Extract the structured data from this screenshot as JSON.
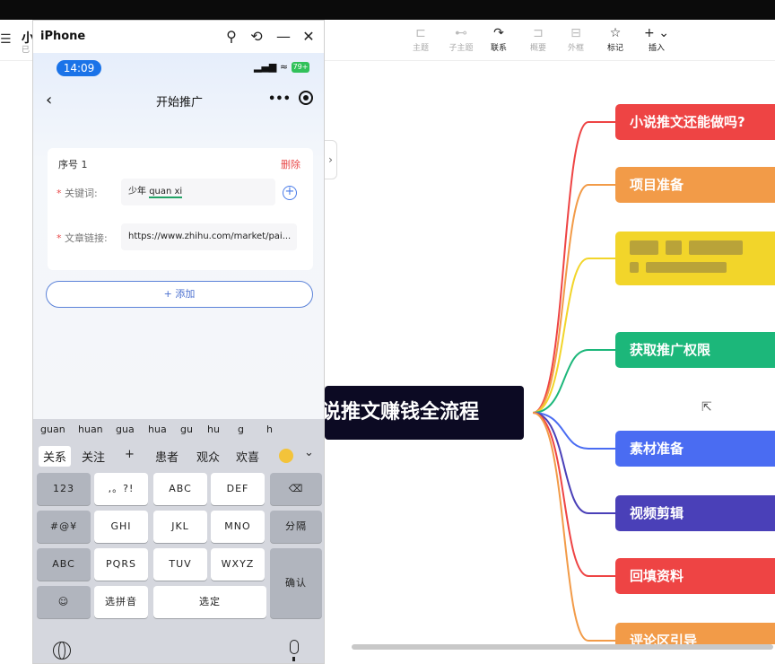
{
  "app": {
    "menu_glyph": "☰",
    "title_fragment": "小",
    "subtitle_fragment": "已"
  },
  "toolbar": [
    {
      "label": "主题",
      "icon": "topic-icon",
      "glyph": "⊏",
      "active": false
    },
    {
      "label": "子主题",
      "icon": "subtopic-icon",
      "glyph": "⊷",
      "active": false
    },
    {
      "label": "联系",
      "icon": "relation-icon",
      "glyph": "↷",
      "active": true
    },
    {
      "label": "概要",
      "icon": "summary-icon",
      "glyph": "⊐",
      "active": false
    },
    {
      "label": "外框",
      "icon": "boundary-icon",
      "glyph": "⊟",
      "active": false
    },
    {
      "label": "标记",
      "icon": "star-icon",
      "glyph": "☆",
      "active": true
    },
    {
      "label": "插入",
      "icon": "plus-icon",
      "glyph": "+ ⌄",
      "active": true
    }
  ],
  "window": {
    "title": "iPhone",
    "buttons": [
      {
        "name": "pin-icon",
        "glyph": "⚲"
      },
      {
        "name": "rotate-icon",
        "glyph": "⟲"
      },
      {
        "name": "minimize-icon",
        "glyph": "—"
      },
      {
        "name": "close-icon",
        "glyph": "✕"
      }
    ]
  },
  "phone": {
    "time": "14:09",
    "signal": "▂▄▆ ≈",
    "battery": "79+",
    "back_glyph": "‹",
    "nav_title": "开始推广",
    "more_glyph": "•••",
    "card": {
      "seq": "序号 1",
      "delete": "删除",
      "keyword_label": "关键词:",
      "keyword_prefix": "少年",
      "keyword_pinyin": "quan xi",
      "link_label": "文章链接:",
      "link_value": "https://www.zhihu.com/market/pai..."
    },
    "add_button": "+ 添加"
  },
  "keyboard": {
    "candidates": [
      "guan",
      "huan",
      "gua",
      "hua",
      "gu",
      "hu",
      "g",
      "h"
    ],
    "words": [
      "关系",
      "关注",
      "+",
      "患者",
      "观众",
      "欢喜"
    ],
    "chevron": "⌄",
    "keys": [
      {
        "label": "123",
        "dark": true
      },
      {
        "label": ",。?!",
        "dark": false
      },
      {
        "label": "ABC",
        "dark": false
      },
      {
        "label": "DEF",
        "dark": false
      },
      {
        "label": "⌫",
        "dark": true
      },
      {
        "label": "#@¥",
        "dark": true
      },
      {
        "label": "GHI",
        "dark": false
      },
      {
        "label": "JKL",
        "dark": false
      },
      {
        "label": "MNO",
        "dark": false
      },
      {
        "label": "分隔",
        "dark": true
      },
      {
        "label": "ABC",
        "dark": true
      },
      {
        "label": "PQRS",
        "dark": false
      },
      {
        "label": "TUV",
        "dark": false
      },
      {
        "label": "WXYZ",
        "dark": false
      },
      {
        "label": "确认",
        "dark": true
      },
      {
        "label": "☺",
        "dark": true
      },
      {
        "label": "选拼音",
        "dark": false
      },
      {
        "label": "选定",
        "dark": false
      }
    ]
  },
  "mindmap": {
    "root": "说推文赚钱全流程",
    "root_color": "#0c0a23",
    "nodes": [
      {
        "label": "小说推文还能做吗?",
        "color": "#ee4444",
        "line": "#ee4444",
        "blurred": false
      },
      {
        "label": "项目准备",
        "color": "#f29b48",
        "line": "#f29b48",
        "blurred": false
      },
      {
        "label": "",
        "color": "#f2d52a",
        "line": "#f2d52a",
        "blurred": true
      },
      {
        "label": "获取推广权限",
        "color": "#1cb77a",
        "line": "#1cb77a",
        "blurred": false
      },
      {
        "label": "素材准备",
        "color": "#4a6cf2",
        "line": "#4a6cf2",
        "blurred": false
      },
      {
        "label": "视频剪辑",
        "color": "#4a40b8",
        "line": "#4a40b8",
        "blurred": false
      },
      {
        "label": "回填资料",
        "color": "#ee4444",
        "line": "#ee4444",
        "blurred": false
      },
      {
        "label": "评论区引导",
        "color": "#f29b48",
        "line": "#f29b48",
        "blurred": false
      }
    ],
    "expand_glyph": "›",
    "pointer_glyph": "⇱"
  }
}
